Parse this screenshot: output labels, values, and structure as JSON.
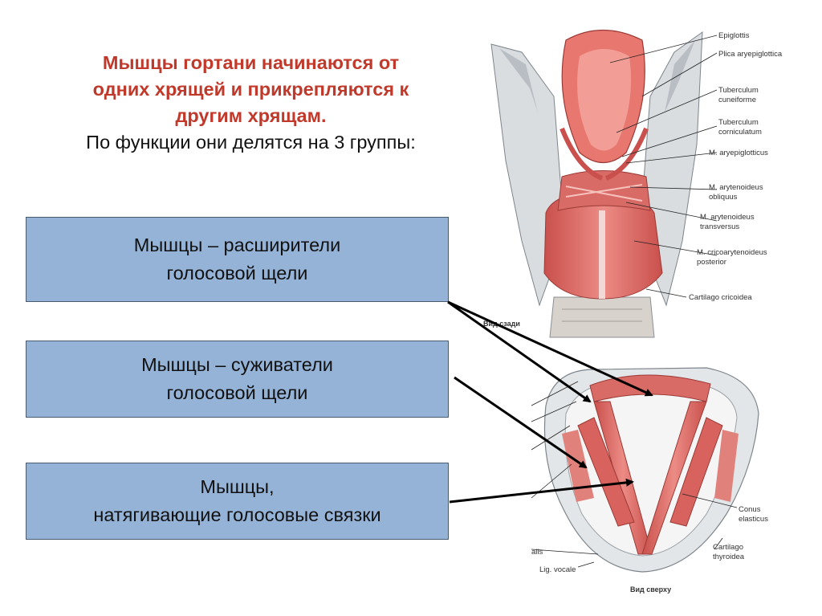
{
  "heading": {
    "lines": [
      "Мышцы гортани начинаются от",
      "одних хрящей и прикрепляются к",
      "другим хрящам."
    ],
    "subtitle": "По функции они делятся на 3 группы:"
  },
  "groups": [
    {
      "line1": "Мышцы – расширители",
      "line2": "голосовой щели"
    },
    {
      "line1": "Мышцы – суживатели",
      "line2": "голосовой щели"
    },
    {
      "line1": "Мышцы,",
      "line2": "натягивающие голосовые связки"
    }
  ],
  "figure_top": {
    "labels": [
      "Epiglottis",
      "Plica aryepiglottica",
      "Tuberculum",
      "cuneiforme",
      "Tuberculum",
      "corniculatum",
      "M. aryepiglotticus",
      "M. arytenoideus",
      "obliquus",
      "M. arytenoideus",
      "transversus",
      "M. cricoarytenoideus",
      "posterior",
      "Cartilago cricoidea"
    ],
    "caption": "Вид сзади"
  },
  "figure_bottom": {
    "labels": [
      "Conus",
      "elasticus",
      "Cartilago",
      "thyroidea",
      "alis",
      "Lig. vocale"
    ],
    "caption": "Вид сверху"
  },
  "colors": {
    "title": "#c0392b",
    "box_fill": "#95b3d7",
    "box_border": "#4a5a6e",
    "arrow": "#000000"
  }
}
